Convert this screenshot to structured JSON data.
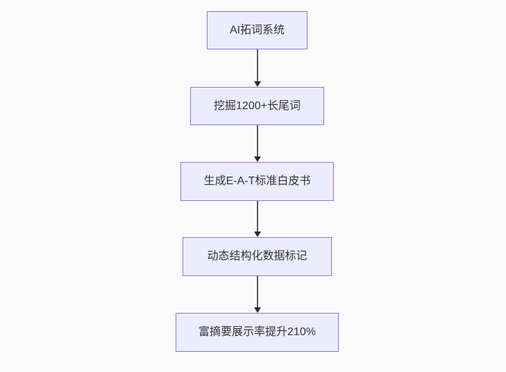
{
  "diagram": {
    "type": "flowchart-top-down",
    "colors": {
      "background": "#FAFAFA",
      "node_fill": "#ECECFF",
      "node_border": "#9370DB",
      "arrow_line": "#555555",
      "arrow_head": "#2b2b2b",
      "text": "#333333"
    },
    "nodes": [
      {
        "label": "AI拓词系统"
      },
      {
        "label": "挖掘1200+长尾词"
      },
      {
        "label": "生成E-A-T标准白皮书"
      },
      {
        "label": "动态结构化数据标记"
      },
      {
        "label": "富摘要展示率提升210%"
      }
    ],
    "edges": [
      {
        "from": 0,
        "to": 1
      },
      {
        "from": 1,
        "to": 2
      },
      {
        "from": 2,
        "to": 3
      },
      {
        "from": 3,
        "to": 4
      }
    ]
  }
}
